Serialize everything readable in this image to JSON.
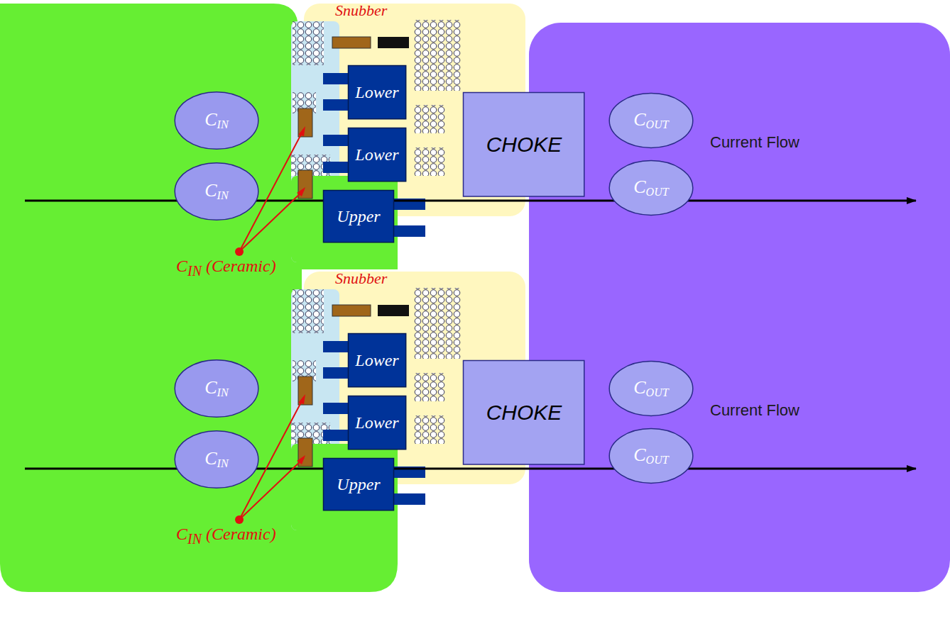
{
  "diagram": {
    "nodes": [
      {
        "text": [
          "CIN"
        ]
      },
      {
        "text": [
          "CIN"
        ]
      },
      {
        "text": [
          "Lower"
        ]
      },
      {
        "text": [
          "Lower"
        ]
      },
      {
        "text": [
          "Upper"
        ]
      },
      {
        "text": [
          "CHOKE"
        ]
      },
      {
        "text": [
          "COUT"
        ]
      },
      {
        "text": [
          "COUT"
        ]
      },
      {
        "text": [
          "CIN"
        ]
      },
      {
        "text": [
          "CIN"
        ]
      },
      {
        "text": [
          "Lower"
        ]
      },
      {
        "text": [
          "Lower"
        ]
      },
      {
        "text": [
          "Upper"
        ]
      },
      {
        "text": [
          "CHOKE"
        ]
      },
      {
        "text": [
          "COUT"
        ]
      },
      {
        "text": [
          "COUT"
        ]
      }
    ],
    "labels": [
      "Snubber",
      "CIN (Ceramic)",
      "Current Flow",
      "Snubber",
      "CIN (Ceramic)",
      "Current Flow"
    ]
  }
}
